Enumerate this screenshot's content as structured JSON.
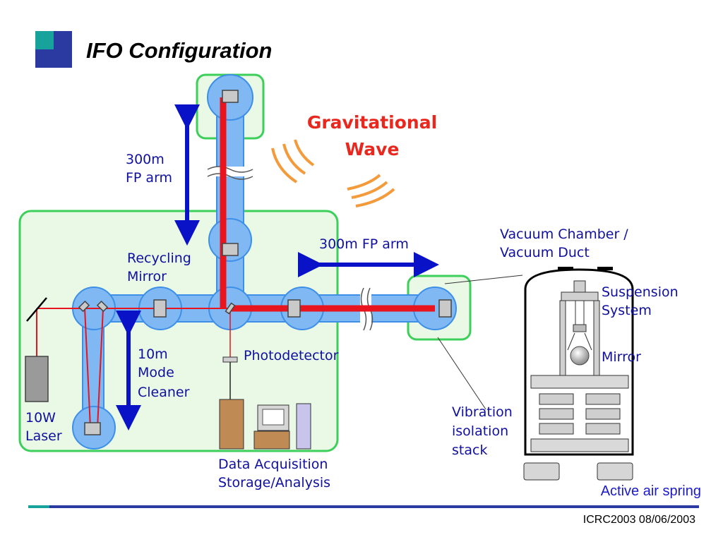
{
  "slide": {
    "title": "IFO Configuration",
    "footer": "ICRC2003 08/06/2003"
  },
  "diagram": {
    "gravitational_wave": [
      "Gravitational",
      "Wave"
    ],
    "arm_vertical": [
      "300m",
      "FP arm"
    ],
    "arm_horizontal": "300m FP arm",
    "recycling_mirror": [
      "Recycling",
      "Mirror"
    ],
    "mode_cleaner": [
      "10m",
      "Mode",
      "Cleaner"
    ],
    "laser": [
      "10W",
      "Laser"
    ],
    "photodetector": "Photodetector",
    "data_acquisition": [
      "Data Acquisition",
      "Storage/Analysis"
    ],
    "vacuum_chamber": [
      "Vacuum Chamber /",
      "Vacuum Duct"
    ],
    "suspension_system": [
      "Suspension",
      "System"
    ],
    "mirror": "Mirror",
    "vibration_isolation": [
      "Vibration",
      "isolation",
      "stack"
    ],
    "active_air_spring": "Active air spring"
  },
  "colors": {
    "beam": "#e8141e",
    "tube": "#7fb8f2",
    "tube_edge": "#3d8fe8",
    "enclosure": "#3ccf5a",
    "enclosure_fill": "#e9f9e6",
    "arrow": "#0a12c8",
    "text": "#1010a0",
    "wave": "#f39a3a",
    "title_text": "#000000",
    "gw_text": "#e8281e",
    "note_text": "#1a1acc"
  }
}
